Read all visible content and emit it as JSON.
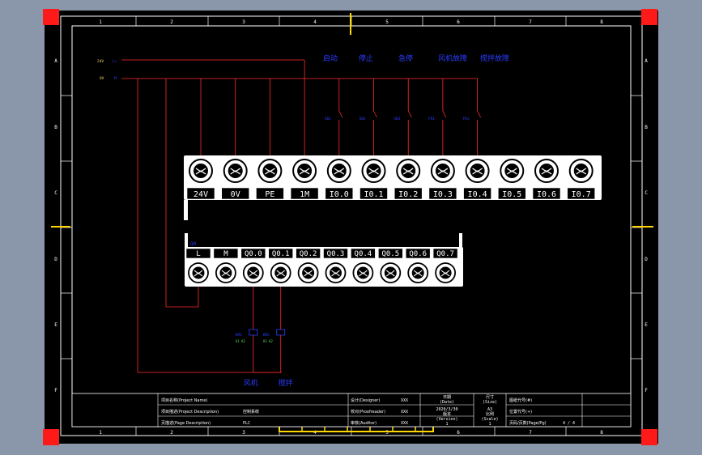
{
  "grid": {
    "cols": [
      "1",
      "2",
      "3",
      "4",
      "5",
      "6",
      "7",
      "8"
    ],
    "rows": [
      "A",
      "B",
      "C",
      "D",
      "E",
      "F"
    ]
  },
  "supply": {
    "l24": "24V",
    "l24_pin": "L+",
    "l0": "0V",
    "l0_pin": "M"
  },
  "inputs": {
    "labels": [
      "启动",
      "停止",
      "急停",
      "风机故障",
      "搅拌故障"
    ],
    "contact_tags": [
      "SB1",
      "SB2",
      "SB3",
      "FR1",
      "FR2"
    ],
    "terminals": [
      "24V",
      "0V",
      "PE",
      "1M",
      "I0.0",
      "I0.1",
      "I0.2",
      "I0.3",
      "I0.4",
      "I0.5",
      "I0.6",
      "I0.7"
    ]
  },
  "outputs": {
    "header": "Q0",
    "terminals": [
      "L",
      "M",
      "Q0.0",
      "Q0.1",
      "Q0.2",
      "Q0.3",
      "Q0.4",
      "Q0.5",
      "Q0.6",
      "Q0.7"
    ],
    "coil_tags": [
      "KM1",
      "KM2"
    ],
    "coil_labels": [
      "风机",
      "搅拌"
    ]
  },
  "title_block": {
    "project_name_label": "项目名称(Project Name)",
    "project_desc_label": "项目描述(Project Description)",
    "project_desc_value": "控制系统",
    "page_desc_label": "页描述(Page Description)",
    "page_desc_value": "PLC",
    "designer_label": "设计(Designer)",
    "designer_value": "XXX",
    "checker_label": "校对(Proofreader)",
    "checker_value": "XXX",
    "auditor_label": "审核(Auditor)",
    "auditor_value": "XXX",
    "date_label": "日期",
    "date_label_en": "(Date)",
    "date_value": "2020/3/30",
    "version_label": "版本",
    "version_label_en": "(Version)",
    "version_value": "1",
    "size_label": "尺寸",
    "size_label_en": "(Size)",
    "size_value": "A3",
    "scale_label": "比例",
    "scale_label_en": "(Scale)",
    "scale_value": "1",
    "drawing_no_label": "图纸代号(#)",
    "position_label": "位置代号(+)",
    "page_label": "页码/页数(Page/Pg)",
    "page_value": "4 / 4"
  },
  "colors": {
    "frame": "#ffffff",
    "wire": "#ff2a2a",
    "label": "#2a3cff",
    "corner": "#ff1a1a",
    "marker": "#ffd700"
  }
}
